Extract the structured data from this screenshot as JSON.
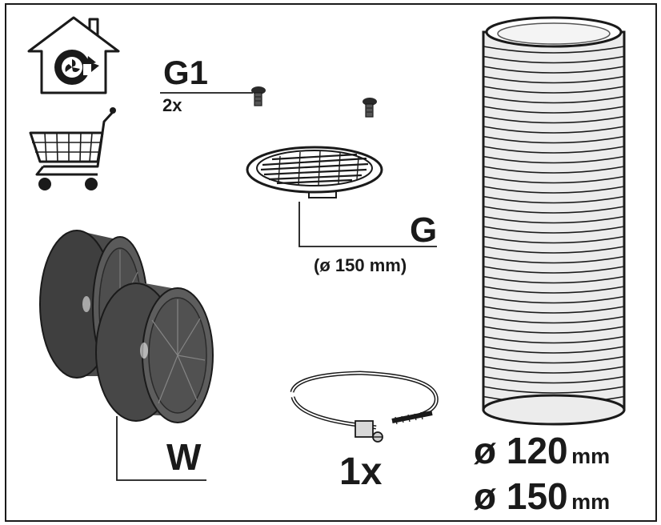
{
  "labels": {
    "screw_code": "G1",
    "screw_quantity": "2x",
    "grille_code": "G",
    "grille_diameter": "(ø 150 mm)",
    "filter_code": "W",
    "clamp_quantity": "1x"
  },
  "hose_diameters": [
    {
      "value": "ø 120",
      "unit": "mm"
    },
    {
      "value": "ø 150",
      "unit": "mm"
    }
  ],
  "icons": [
    "recirculation-house-icon",
    "shopping-cart-icon"
  ],
  "colors": {
    "line": "#1a1a1a",
    "filter_body": "#4a4a4a",
    "hose_fill": "#ececec"
  }
}
